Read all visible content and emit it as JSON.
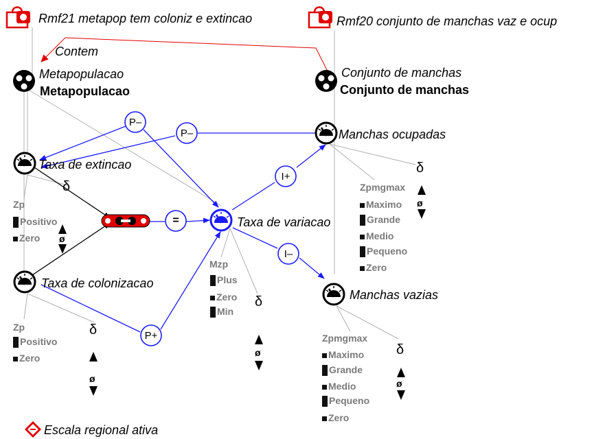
{
  "fragments": [
    {
      "title": "Rmf21 metapop tem coloniz e extincao",
      "icon": "model-fragment-bag-icon"
    },
    {
      "title": "Rmf20 conjunto de manchas vaz e ocup",
      "icon": "model-fragment-bag-icon"
    }
  ],
  "relation": {
    "contem": "Contem"
  },
  "entities": [
    {
      "type": "Metapopulacao",
      "instance": "Metapopulacao",
      "icon": "entity-icon"
    },
    {
      "type": "Conjunto de manchas",
      "instance": "Conjunto de manchas",
      "icon": "entity-icon"
    }
  ],
  "quantities": [
    {
      "name": "Taxa de extincao",
      "icon": "gauge-icon"
    },
    {
      "name": "Taxa de colonizacao",
      "icon": "gauge-icon"
    },
    {
      "name": "Taxa de variacao",
      "icon": "gauge-icon"
    },
    {
      "name": "Manchas ocupadas",
      "icon": "gauge-icon"
    },
    {
      "name": "Manchas vazias",
      "icon": "gauge-icon"
    }
  ],
  "operators": {
    "p_minus": "P–",
    "p_plus": "P+",
    "i_plus": "I+",
    "i_minus": "I–",
    "equal": "="
  },
  "qspaces": {
    "extincao": {
      "name": "Zp",
      "values": [
        "Positivo",
        "Zero"
      ]
    },
    "colonizacao": {
      "name": "Zp",
      "values": [
        "Positivo",
        "Zero"
      ]
    },
    "variacao": {
      "name": "Mzp",
      "values": [
        "Plus",
        "Zero",
        "Min"
      ]
    },
    "ocupadas": {
      "name": "Zpmgmax",
      "values": [
        "Maximo",
        "Grande",
        "Medio",
        "Pequeno",
        "Zero"
      ]
    },
    "vazias": {
      "name": "Zpmgmax",
      "values": [
        "Maximo",
        "Grande",
        "Medio",
        "Pequeno",
        "Zero"
      ]
    }
  },
  "symbols": {
    "delta": "δ",
    "zero_slash": "ø"
  },
  "assumption": {
    "label": "Escala regional ativa",
    "icon": "assumption-diamond-icon"
  },
  "colors": {
    "causal": "#1a1aff",
    "fragment": "#e00000",
    "quantity_space": "#7a7a7a",
    "structure": "#b0b0b0"
  }
}
